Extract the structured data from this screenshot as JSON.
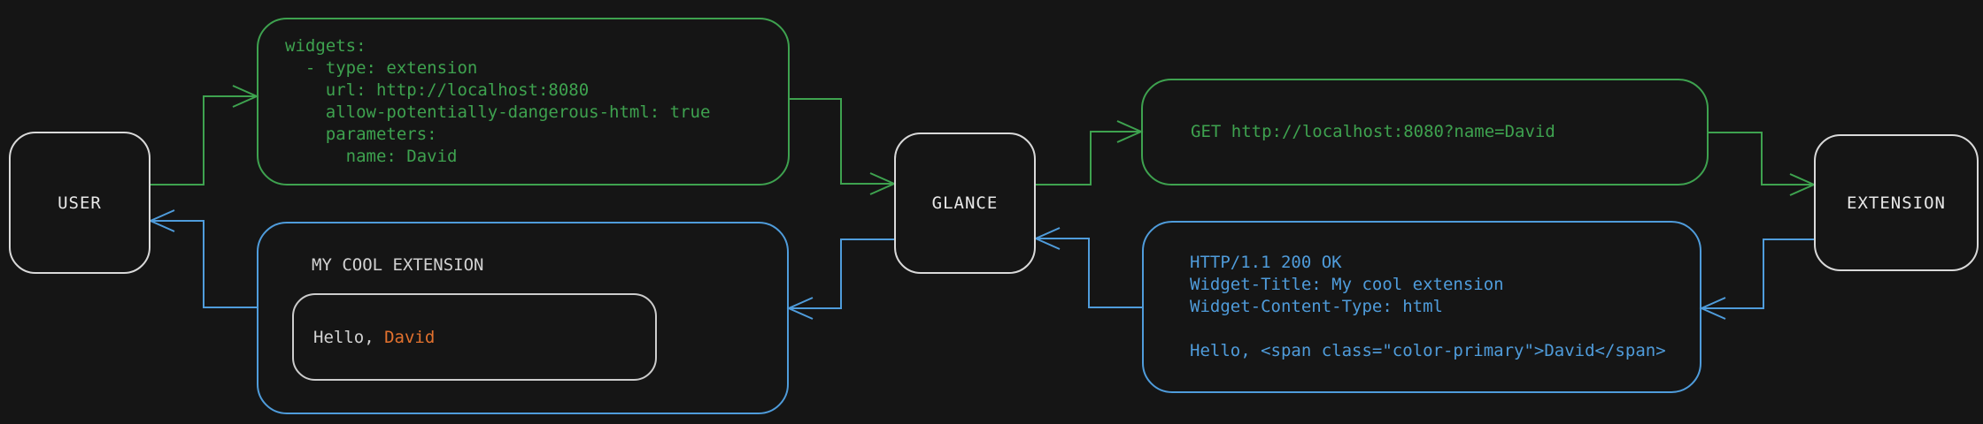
{
  "colors": {
    "background": "#151515",
    "green": "#3ea24f",
    "blue": "#4f9cdb",
    "orange": "#e2712e",
    "node_border": "#d9d9d9",
    "node_text": "#e8e8e8",
    "muted_text": "#d2d2d2",
    "inner_border": "#cccccc"
  },
  "nodes": {
    "user": {
      "label": "USER"
    },
    "glance": {
      "label": "GLANCE"
    },
    "extension": {
      "label": "EXTENSION"
    }
  },
  "config_box": {
    "lines": [
      "widgets:",
      "  - type: extension",
      "    url: http://localhost:8080",
      "    allow-potentially-dangerous-html: true",
      "    parameters:",
      "      name: David"
    ]
  },
  "request_box": {
    "lines": [
      "GET http://localhost:8080?name=David"
    ]
  },
  "response_box": {
    "lines": [
      "HTTP/1.1 200 OK",
      "Widget-Title: My cool extension",
      "Widget-Content-Type: html",
      "",
      "Hello, <span class=\"color-primary\">David</span>"
    ]
  },
  "widget_preview": {
    "title": "MY COOL EXTENSION",
    "greeting_prefix": "Hello, ",
    "greeting_name": "David"
  },
  "arrows": [
    {
      "from": "user",
      "to": "config_box",
      "color": "green"
    },
    {
      "from": "config_box",
      "to": "glance",
      "color": "green"
    },
    {
      "from": "glance",
      "to": "request_box",
      "color": "green"
    },
    {
      "from": "request_box",
      "to": "extension",
      "color": "green"
    },
    {
      "from": "extension",
      "to": "response_box",
      "color": "blue"
    },
    {
      "from": "response_box",
      "to": "glance",
      "color": "blue"
    },
    {
      "from": "glance",
      "to": "widget_preview",
      "color": "blue"
    },
    {
      "from": "widget_preview",
      "to": "user",
      "color": "blue"
    }
  ]
}
